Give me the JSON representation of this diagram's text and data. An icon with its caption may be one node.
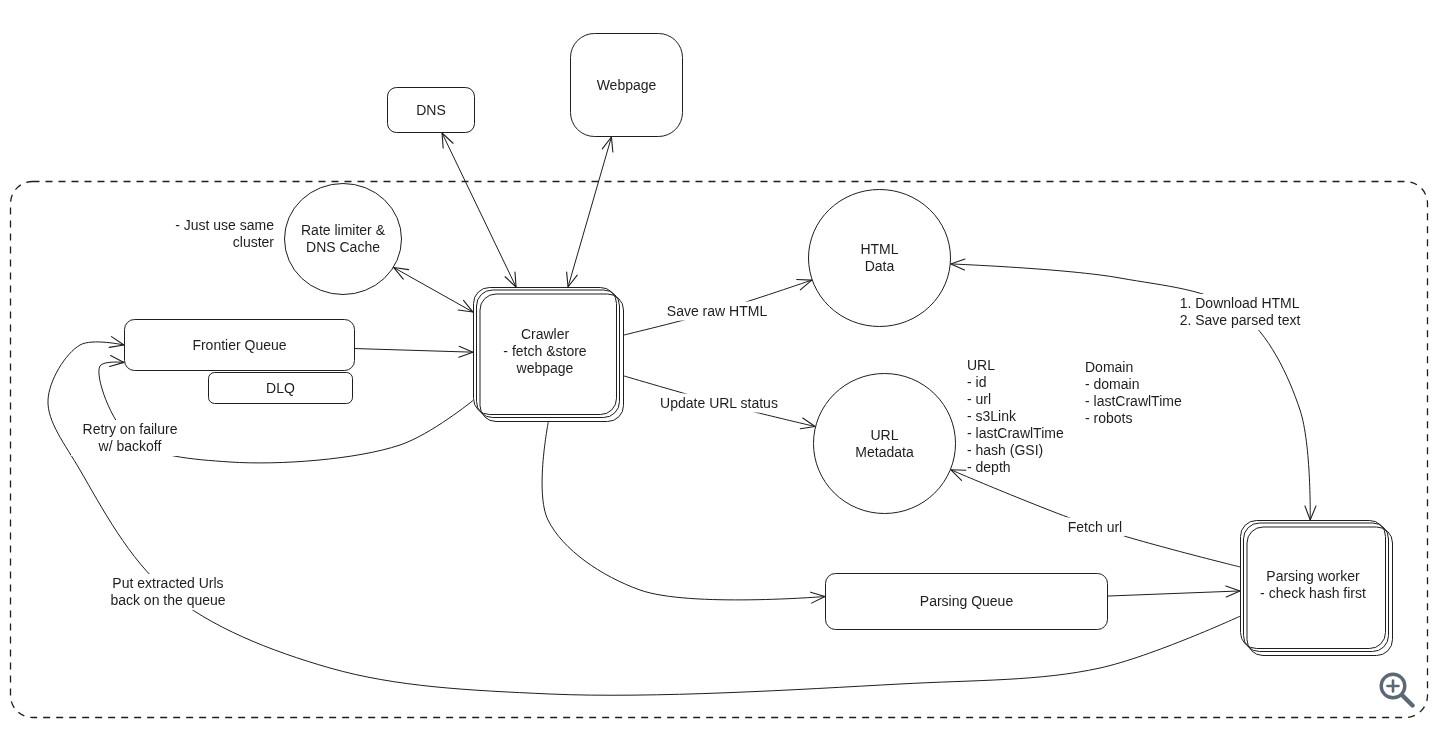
{
  "diagram": {
    "nodes": [
      {
        "text": [],
        "shape": "box"
      },
      {
        "text": [
          "DNS"
        ]
      },
      {
        "text": [
          "Webpage"
        ]
      },
      {
        "text": [
          "Rate limiter & DNS Cache"
        ],
        "in": 0,
        "beside": [
          "- Just use same cluster"
        ]
      },
      {
        "text": [
          "Frontier Queue"
        ],
        "in": 0
      },
      {
        "text": [
          "DLQ"
        ],
        "in": 0
      },
      {
        "text": [
          "Crawler - fetch &store webpage"
        ],
        "in": 0
      },
      {
        "text": [
          "HTML Data"
        ],
        "in": 0
      },
      {
        "text": [
          "URL Metadata"
        ],
        "in": 0,
        "beside": [
          "URL - id - url - s3Link - lastCrawlTime - hash (GSI) - depth",
          "Domain - domain - lastCrawlTime - robots"
        ]
      },
      {
        "text": [
          "Parsing Queue"
        ],
        "in": 0
      },
      {
        "text": [
          "Parsing worker - check hash first"
        ],
        "in": 0
      }
    ],
    "edges": [
      {
        "from": 1,
        "to": 6,
        "arrow": "both"
      },
      {
        "from": 2,
        "to": 6,
        "arrow": "both"
      },
      {
        "from": 3,
        "to": 6,
        "arrow": "both"
      },
      {
        "from": 4,
        "to": 6,
        "arrow": "to"
      },
      {
        "from": 6,
        "to": 7,
        "arrow": "to",
        "label": "Save raw HTML"
      },
      {
        "from": 6,
        "to": 8,
        "arrow": "to",
        "label": "Update URL status"
      },
      {
        "from": 6,
        "to": 4,
        "arrow": "to",
        "label": "Retry on failure w/ backoff"
      },
      {
        "from": 6,
        "to": 9,
        "arrow": "to"
      },
      {
        "from": 9,
        "to": 10,
        "arrow": "to"
      },
      {
        "from": 10,
        "to": 8,
        "arrow": "to",
        "label": "Fetch url"
      },
      {
        "from": 7,
        "to": 10,
        "arrow": "both",
        "label": "1. Download HTML 2. Save parsed text"
      },
      {
        "from": 10,
        "to": 4,
        "arrow": "to",
        "label": "Put extracted Urls back on the queue"
      }
    ]
  }
}
